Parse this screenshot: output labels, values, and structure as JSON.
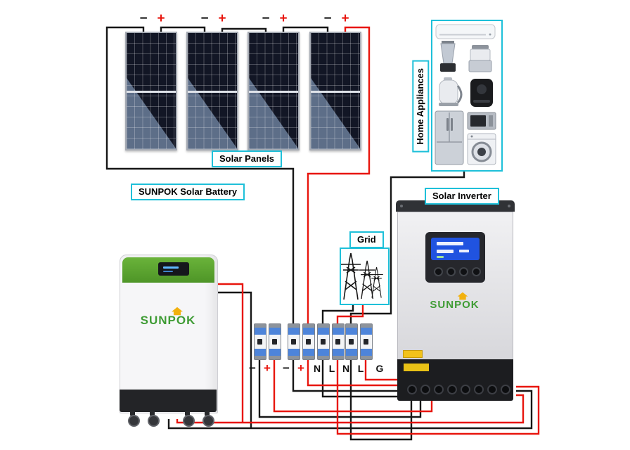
{
  "diagram": {
    "solar_panels_label": "Solar Panels",
    "home_appliances_label": "Home Appliances",
    "battery_label": "SUNPOK Solar Battery",
    "inverter_label": "Solar Inverter",
    "grid_label": "Grid"
  },
  "panels": {
    "count": 4,
    "terminals": [
      {
        "minus": "−",
        "plus": "+"
      },
      {
        "minus": "−",
        "plus": "+"
      },
      {
        "minus": "−",
        "plus": "+"
      },
      {
        "minus": "−",
        "plus": "+"
      }
    ]
  },
  "breakers": {
    "pole_labels": [
      "−",
      "+",
      "−",
      "+",
      "N",
      "L",
      "N",
      "L",
      "G"
    ]
  },
  "battery": {
    "logo": "SUNPOK"
  },
  "inverter": {
    "logo": "SUNPOK"
  },
  "appliances": {
    "icons": [
      "air-conditioner",
      "blender",
      "food-processor",
      "kettle",
      "air-fryer",
      "refrigerator",
      "microwave",
      "washing-machine"
    ]
  },
  "colors": {
    "accent_cyan": "#1ec0d9",
    "wire_red": "#e8150d",
    "wire_black": "#161616",
    "battery_green": "#58a531",
    "screen_blue": "#2053e0",
    "logo_yellow": "#f2b10e",
    "logo_green": "#3f9c35"
  }
}
